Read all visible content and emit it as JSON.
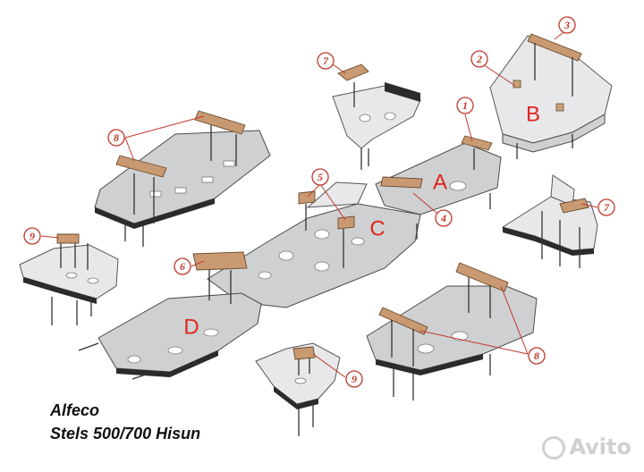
{
  "caption": {
    "brand": "Alfeco",
    "model": "Stels 500/700 Hisun"
  },
  "sections": [
    "A",
    "B",
    "C",
    "D"
  ],
  "callouts": [
    "1",
    "2",
    "3",
    "4",
    "5",
    "6",
    "7",
    "7",
    "8",
    "8",
    "9",
    "9"
  ],
  "watermark": "Avito",
  "colors": {
    "plate": "#cfd0d2",
    "bracket": "#c99a72",
    "label": "#e0261f",
    "callout": "#c0392b"
  }
}
